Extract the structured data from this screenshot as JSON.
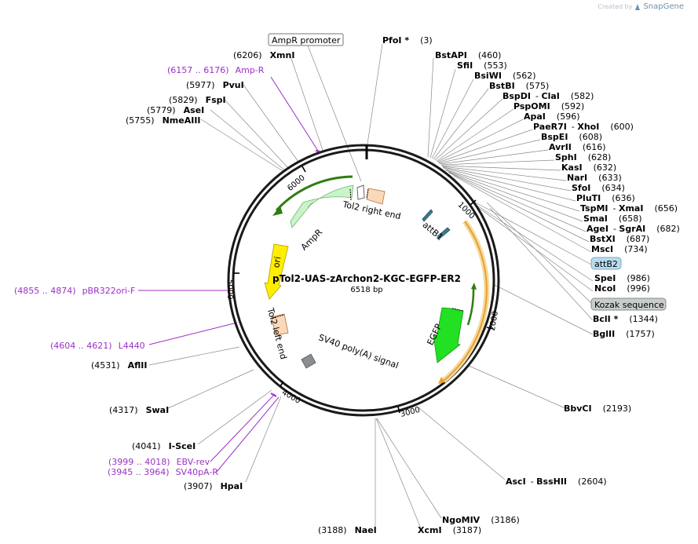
{
  "credit": {
    "prefix": "Created by",
    "brand": "SnapGene",
    "logo_icon": "snapgene-logo-icon"
  },
  "plasmid": {
    "name": "pTol2-UAS-zArchon2-KGC-EGFP-ER2",
    "length": "6518 bp"
  },
  "ticks": [
    "1000",
    "2000",
    "3000",
    "4000",
    "5000",
    "6000"
  ],
  "features": {
    "tol2_right": "Tol2 right end",
    "tol2_left": "Tol2 left end",
    "ampr": "AmpR",
    "ori": "ori",
    "attb1": "attB1",
    "egfp": "EGFP",
    "sv40": "SV40 poly(A) signal",
    "ampr_promoter": "AmpR promoter",
    "attb2": "attB2",
    "kozak": "Kozak sequence"
  },
  "enzymes": [
    {
      "id": "pfoi",
      "name": "PfoI *",
      "pos": "(3)"
    },
    {
      "id": "bstapi",
      "name": "BstAPI",
      "pos": "(460)"
    },
    {
      "id": "sfii",
      "name": "SfiI",
      "pos": "(553)"
    },
    {
      "id": "bsiwi",
      "name": "BsiWI",
      "pos": "(562)"
    },
    {
      "id": "bstbi",
      "name": "BstBI",
      "pos": "(575)"
    },
    {
      "id": "bspdi",
      "name": "BspDI",
      "alt": "ClaI",
      "pos": "(582)"
    },
    {
      "id": "pspomi",
      "name": "PspOMI",
      "pos": "(592)"
    },
    {
      "id": "apai",
      "name": "ApaI",
      "pos": "(596)"
    },
    {
      "id": "paer7i",
      "name": "PaeR7I",
      "alt": "XhoI",
      "pos": "(600)"
    },
    {
      "id": "bspei",
      "name": "BspEI",
      "pos": "(608)"
    },
    {
      "id": "avrii",
      "name": "AvrII",
      "pos": "(616)"
    },
    {
      "id": "sphi",
      "name": "SphI",
      "pos": "(628)"
    },
    {
      "id": "kasi",
      "name": "KasI",
      "pos": "(632)"
    },
    {
      "id": "nari",
      "name": "NarI",
      "pos": "(633)"
    },
    {
      "id": "sfoi",
      "name": "SfoI",
      "pos": "(634)"
    },
    {
      "id": "pluti",
      "name": "PluTI",
      "pos": "(636)"
    },
    {
      "id": "tspmi",
      "name": "TspMI",
      "alt": "XmaI",
      "pos": "(656)"
    },
    {
      "id": "smai",
      "name": "SmaI",
      "pos": "(658)"
    },
    {
      "id": "agei",
      "name": "AgeI",
      "alt": "SgrAI",
      "pos": "(682)"
    },
    {
      "id": "bstxi",
      "name": "BstXI",
      "pos": "(687)"
    },
    {
      "id": "msci",
      "name": "MscI",
      "pos": "(734)"
    },
    {
      "id": "spei",
      "name": "SpeI",
      "pos": "(986)"
    },
    {
      "id": "ncoi",
      "name": "NcoI",
      "pos": "(996)"
    },
    {
      "id": "bcli",
      "name": "BclI *",
      "pos": "(1344)"
    },
    {
      "id": "bglii",
      "name": "BglII",
      "pos": "(1757)"
    },
    {
      "id": "bbvci",
      "name": "BbvCI",
      "pos": "(2193)"
    },
    {
      "id": "asci",
      "name": "AscI",
      "alt": "BssHII",
      "pos": "(2604)"
    },
    {
      "id": "ngomiv",
      "name": "NgoMIV",
      "pos": "(3186)"
    },
    {
      "id": "xcmi",
      "name": "XcmI",
      "pos": "(3187)"
    },
    {
      "id": "naei",
      "name": "NaeI",
      "pos": "(3188)"
    },
    {
      "id": "hpai",
      "name": "HpaI",
      "pos": "(3907)"
    },
    {
      "id": "iscei",
      "name": "I-SceI",
      "pos": "(4041)"
    },
    {
      "id": "swai",
      "name": "SwaI",
      "pos": "(4317)"
    },
    {
      "id": "aflii",
      "name": "AflII",
      "pos": "(4531)"
    },
    {
      "id": "nmeaiii",
      "name": "NmeAIII",
      "pos": "(5755)"
    },
    {
      "id": "asei",
      "name": "AseI",
      "pos": "(5779)"
    },
    {
      "id": "fspi",
      "name": "FspI",
      "pos": "(5829)"
    },
    {
      "id": "pvui",
      "name": "PvuI",
      "pos": "(5977)"
    },
    {
      "id": "xmni",
      "name": "XmnI",
      "pos": "(6206)"
    }
  ],
  "primers": [
    {
      "id": "amp-r",
      "range": "(6157 .. 6176)",
      "name": "Amp-R"
    },
    {
      "id": "pbr322ori-f",
      "range": "(4855 .. 4874)",
      "name": "pBR322ori-F"
    },
    {
      "id": "l4440",
      "range": "(4604 .. 4621)",
      "name": "L4440"
    },
    {
      "id": "ebv-rev",
      "range": "(3999 .. 4018)",
      "name": "EBV-rev"
    },
    {
      "id": "sv40pa-r",
      "range": "(3945 .. 3964)",
      "name": "SV40pA-R"
    }
  ],
  "colors": {
    "backbone": "#1a1a1a",
    "primer": "#9b30c8",
    "ampr": "#c8f5c8",
    "ori": "#ffee00",
    "egfp": "#22e022",
    "tol2": "#fbd9b8",
    "orf": "#e8a030",
    "attb": "#3a7a90"
  }
}
